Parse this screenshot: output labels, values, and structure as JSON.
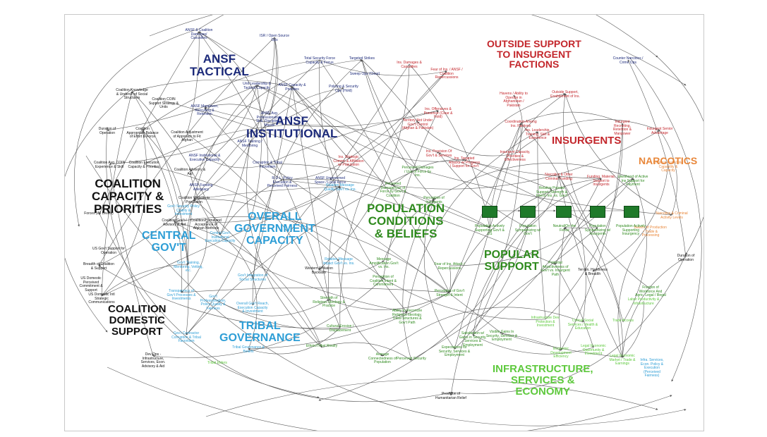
{
  "colors": {
    "black": "#111111",
    "navy": "#1c2a7a",
    "sky": "#2e9ed6",
    "green": "#2f8a1e",
    "lime": "#5ec93d",
    "red": "#c3262b",
    "orange": "#e8873a"
  },
  "headers": [
    {
      "id": "ansf-tactical",
      "text": "ANSF\nTACTICAL",
      "color": "navy"
    },
    {
      "id": "ansf-institutional",
      "text": "ANSF\nINSTITUTIONAL",
      "color": "navy"
    },
    {
      "id": "outside-support",
      "text": "OUTSIDE SUPPORT\nTO INSURGENT\nFACTIONS",
      "color": "red"
    },
    {
      "id": "insurgents",
      "text": "INSURGENTS",
      "color": "red"
    },
    {
      "id": "narcotics",
      "text": "NARCOTICS",
      "color": "orange"
    },
    {
      "id": "coalition-capacity",
      "text": "COALITION\nCAPACITY &\nPRIORITIES",
      "color": "black"
    },
    {
      "id": "overall-government",
      "text": "OVERALL\nGOVERNMENT\nCAPACITY",
      "color": "sky"
    },
    {
      "id": "central-govt",
      "text": "CENTRAL\nGOV'T",
      "color": "sky"
    },
    {
      "id": "population-conditions",
      "text": "POPULATION\nCONDITIONS\n& BELIEFS",
      "color": "green"
    },
    {
      "id": "popular-support",
      "text": "POPULAR\nSUPPORT",
      "color": "green"
    },
    {
      "id": "coalition-domestic",
      "text": "COALITION\nDOMESTIC\nSUPPORT",
      "color": "black"
    },
    {
      "id": "tribal-governance",
      "text": "TRIBAL\nGOVERNANCE",
      "color": "sky"
    },
    {
      "id": "infrastructure",
      "text": "INFRASTRUCTURE,\nSERVICES &\nECONOMY",
      "color": "lime"
    }
  ],
  "nodes": [
    {
      "id": "n1",
      "text": "ANSF & Coalition Damages/ Casualties",
      "color": "navy"
    },
    {
      "id": "n2",
      "text": "ISR / Open Source Ops",
      "color": "navy"
    },
    {
      "id": "n3",
      "text": "Total Security Force Capacity & Focus",
      "color": "navy"
    },
    {
      "id": "n4",
      "text": "Targeted Strikes",
      "color": "navy"
    },
    {
      "id": "n5",
      "text": "Sweep Ops (Clear)",
      "color": "navy"
    },
    {
      "id": "n6",
      "text": "Ins. Damages & Casualties",
      "color": "red"
    },
    {
      "id": "n7",
      "text": "Fear of Ins. / ANSF / Coalition Repercussions",
      "color": "red"
    },
    {
      "id": "n8",
      "text": "Policing & Security Ops (Hold)",
      "color": "navy"
    },
    {
      "id": "n9",
      "text": "Unit Leadership & Tactical Capacity",
      "color": "navy"
    },
    {
      "id": "n10",
      "text": "ANSF Capacity & Priorities",
      "color": "navy"
    },
    {
      "id": "n11",
      "text": "Coalition Knowledge & Underst. of Social Structures",
      "color": "black"
    },
    {
      "id": "n12",
      "text": "Coalition COIN Support Strategy & Units",
      "color": "black"
    },
    {
      "id": "n13",
      "text": "ANSF Manpower, Recruiting & Retention",
      "color": "navy"
    },
    {
      "id": "n14",
      "text": "ANSF Avg. Professionalism, Skill, Discipline & Morale",
      "color": "navy"
    },
    {
      "id": "n15",
      "text": "Duration of Operation",
      "color": "black"
    },
    {
      "id": "n16",
      "text": "Coalition Appropriate Balance of Effort & Force",
      "color": "black"
    },
    {
      "id": "n17",
      "text": "Coalition Adjustment of Approach to Fit Afghan",
      "color": "black"
    },
    {
      "id": "n18",
      "text": "ANSF Institutional & Executive Capacity",
      "color": "navy"
    },
    {
      "id": "n19",
      "text": "ANSF Training / Mentoring",
      "color": "navy"
    },
    {
      "id": "n20",
      "text": "Coalition Avg. COIN Experience & Skill",
      "color": "black"
    },
    {
      "id": "n21",
      "text": "Coalition Execution Capacity & Priorities",
      "color": "black"
    },
    {
      "id": "n22",
      "text": "Coalition Advisory & Aid",
      "color": "black"
    },
    {
      "id": "n23",
      "text": "ANSF Funding Adequacy",
      "color": "navy"
    },
    {
      "id": "n24",
      "text": "Coalition Visibility to Population",
      "color": "black"
    },
    {
      "id": "n25",
      "text": "Corruption & Tribal Favoritism",
      "color": "navy"
    },
    {
      "id": "n26",
      "text": "R.O.L. Policy Execution & Perceived Fairness",
      "color": "navy"
    },
    {
      "id": "n27",
      "text": "ANSF Ungoverned Space / Local Force",
      "color": "navy"
    },
    {
      "id": "n28",
      "text": "Coalition/Homeland Acceptance of Afghan Methods",
      "color": "black"
    },
    {
      "id": "n29",
      "text": "Coalition Gov't / Advisory & Aid",
      "color": "black"
    },
    {
      "id": "n30",
      "text": "Forces (All Levels)",
      "color": "black"
    },
    {
      "id": "n31",
      "text": "US Gov't Support for Operation",
      "color": "black"
    },
    {
      "id": "n32",
      "text": "Breadth of Coalition & Support",
      "color": "black"
    },
    {
      "id": "n33",
      "text": "US Domestic Perceived Commitment & Support",
      "color": "black"
    },
    {
      "id": "n34",
      "text": "US Domestic Intl Strategic Communications",
      "color": "black"
    },
    {
      "id": "n35",
      "text": "Gov't Security Policy Quality & Investment",
      "color": "sky"
    },
    {
      "id": "n36",
      "text": "Central Gov't Institutional Execution Capacity",
      "color": "sky"
    },
    {
      "id": "n37",
      "text": "Gov't Training, Mentoring, Vetting, etc.",
      "color": "sky"
    },
    {
      "id": "n38",
      "text": "Transparency of Gov't Processes & Investments",
      "color": "sky"
    },
    {
      "id": "n39",
      "text": "Gov't Professionalism, Policy Quality & Fairness",
      "color": "sky"
    },
    {
      "id": "n40",
      "text": "Gov't Integration of Social Structures",
      "color": "sky"
    },
    {
      "id": "n41",
      "text": "Overall Gov't Reach, Execution Capacity & Investment",
      "color": "sky"
    },
    {
      "id": "n42",
      "text": "Gov't Contractor Corruption & Tribal Favoritism",
      "color": "sky"
    },
    {
      "id": "n43",
      "text": "Tribal Governance & Beliefs",
      "color": "sky"
    },
    {
      "id": "n44",
      "text": "Dev Ops - Infrastructure, Services, Econ. Advisory & Aid",
      "color": "black"
    },
    {
      "id": "n45",
      "text": "Tribal Elders",
      "color": "lime"
    },
    {
      "id": "n46",
      "text": "Relative Message Quality Gov't vs. Ins.",
      "color": "sky"
    },
    {
      "id": "n47",
      "text": "Relative Message Impact Gov't vs. Ins.",
      "color": "sky"
    },
    {
      "id": "n48",
      "text": "Western Affiliation Backlash",
      "color": "black"
    },
    {
      "id": "n49",
      "text": "Strength of Religious Ideology & Practice",
      "color": "green"
    },
    {
      "id": "n50",
      "text": "Cultural Erosion / Displacement",
      "color": "green"
    },
    {
      "id": "n51",
      "text": "Ethnic/Tribal Rivalry",
      "color": "green"
    },
    {
      "id": "n52",
      "text": "Perceived Damage/Use of Force by Gov't & Coalition",
      "color": "green"
    },
    {
      "id": "n53",
      "text": "Perceived Damages / Use of Force by Ins.",
      "color": "green"
    },
    {
      "id": "n54",
      "text": "Message Amplification Gov't vs. Ins.",
      "color": "green"
    },
    {
      "id": "n55",
      "text": "Perception of Coalition Intent & Commitment",
      "color": "green"
    },
    {
      "id": "n56",
      "text": "Ability to Reconcile Religious Ideology, Tribal Structures & Gov't Path",
      "color": "green"
    },
    {
      "id": "n57",
      "text": "Average Connectedness of Population",
      "color": "green"
    },
    {
      "id": "n58",
      "text": "Perceived Security",
      "color": "green"
    },
    {
      "id": "n59",
      "text": "Perception of Insurgents",
      "color": "green"
    },
    {
      "id": "n60",
      "text": "Fear of Ins. Attack / Repercussions",
      "color": "green"
    },
    {
      "id": "n61",
      "text": "Perception of Gov't Strength & Intent",
      "color": "green"
    },
    {
      "id": "n62",
      "text": "Territory Not Under Gov't Control (Afghan & Pakistan)",
      "color": "red"
    },
    {
      "id": "n63",
      "text": "Ins. Offensives & Presence (Clear & Hold)",
      "color": "red"
    },
    {
      "id": "n64",
      "text": "Ins. Provision Of Gov't & Services",
      "color": "red"
    },
    {
      "id": "n65",
      "text": "Ins. Strategic Comms & Affiliation w/ Population",
      "color": "red"
    },
    {
      "id": "n66",
      "text": "Ins. Targeted Attacks w/ Progress / Support for Gov't",
      "color": "red"
    },
    {
      "id": "n67",
      "text": "Havens / Ability to Operate in Afghanistan / Pakistan",
      "color": "red"
    },
    {
      "id": "n68",
      "text": "Outside Support, Enablement of Ins.",
      "color": "red"
    },
    {
      "id": "n69",
      "text": "Coordination Among Ins. Factions",
      "color": "red"
    },
    {
      "id": "n70",
      "text": "Ins. Leadership, Training, Skill & Experience",
      "color": "red"
    },
    {
      "id": "n71",
      "text": "Insurgent Capacity, Priorities & Effectiveness",
      "color": "red"
    },
    {
      "id": "n72",
      "text": "Insurgent Recruiting, Retention & Manpower",
      "color": "red"
    },
    {
      "id": "n73",
      "text": "Insurgent Senior Advantage",
      "color": "red"
    },
    {
      "id": "n74",
      "text": "Narcotics & Other Criminal Funding",
      "color": "red"
    },
    {
      "id": "n75",
      "text": "Funding, Material, Support to Insurgents",
      "color": "red"
    },
    {
      "id": "n76",
      "text": "Criminal Trafficking Capability & Capacity",
      "color": "orange"
    },
    {
      "id": "n77",
      "text": "Counter Narcotics / Crime Ops",
      "color": "navy"
    },
    {
      "id": "n78",
      "text": "Likelihood of Active Ins Support for Payment",
      "color": "green"
    },
    {
      "id": "n79",
      "text": "Narcotics & Criminal Activity Levels",
      "color": "orange"
    },
    {
      "id": "n80",
      "text": "Beliefs of Production / Trade & Processing",
      "color": "orange"
    },
    {
      "id": "n81",
      "text": "Population Actively Supporting Gov't & US",
      "color": "green"
    },
    {
      "id": "n82",
      "text": "Population Sympathizing w/ Gov't",
      "color": "green"
    },
    {
      "id": "n83",
      "text": "Neutral/On the Fence",
      "color": "green"
    },
    {
      "id": "n84",
      "text": "Population Sympathizing w/ Insurgents",
      "color": "green"
    },
    {
      "id": "n85",
      "text": "Population Actively Supporting Insurgency",
      "color": "green"
    },
    {
      "id": "n86",
      "text": "Relative Popular Support (Strength & Intent) Ins. vs. Gov't",
      "color": "green"
    },
    {
      "id": "n87",
      "text": "Potential Attractiveness of Gov't vs. Insurgent Path",
      "color": "green"
    },
    {
      "id": "n88",
      "text": "Terrain, Harshness & Breadth",
      "color": "black"
    },
    {
      "id": "n89",
      "text": "Duration of Operation",
      "color": "black"
    },
    {
      "id": "n90",
      "text": "Fraction of Workforce And Agric. Legal / Illegal",
      "color": "green"
    },
    {
      "id": "n91",
      "text": "Satisfaction w/ Gains in Security, Services & Employment",
      "color": "green"
    },
    {
      "id": "n92",
      "text": "Visible Gains In Security, Services & Employment",
      "color": "green"
    },
    {
      "id": "n93",
      "text": "Expectations for Security, Services & Employment",
      "color": "green"
    },
    {
      "id": "n94",
      "text": "Infrastructure Dev. Protection & Investment",
      "color": "lime"
    },
    {
      "id": "n95",
      "text": "Critical Social Services / Health & Education",
      "color": "lime"
    },
    {
      "id": "n96",
      "text": "Trade Access",
      "color": "lime"
    },
    {
      "id": "n97",
      "text": "Labor Productivity & Infrastructure",
      "color": "lime"
    },
    {
      "id": "n98",
      "text": "Economic Development Efficiency",
      "color": "lime"
    },
    {
      "id": "n99",
      "text": "Legal Economic Opportunity & Investment",
      "color": "lime"
    },
    {
      "id": "n100",
      "text": "Legal Economic Market / Trade & Earnings",
      "color": "lime"
    },
    {
      "id": "n101",
      "text": "Infra. Services, Econ. Policy & Execution (Perceived Fairness)",
      "color": "sky"
    },
    {
      "id": "n102",
      "text": "Provision of Humanitarian Relief",
      "color": "black"
    }
  ]
}
